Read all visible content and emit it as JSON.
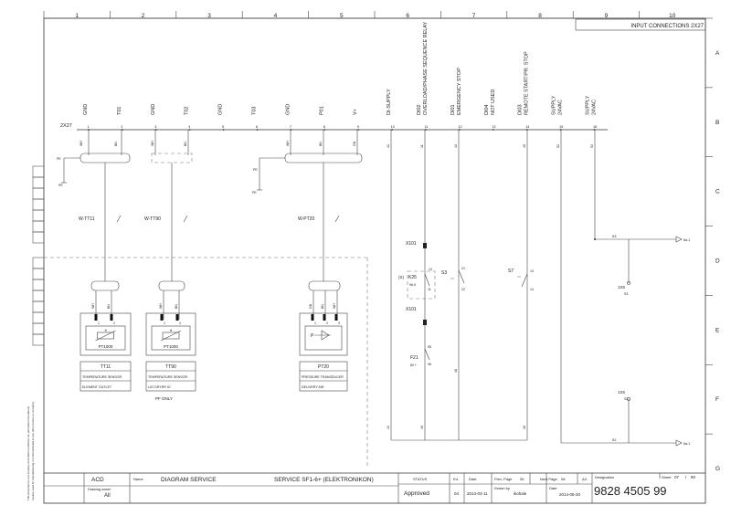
{
  "columns": [
    "1",
    "2",
    "3",
    "4",
    "5",
    "6",
    "7",
    "8",
    "9",
    "10"
  ],
  "rows": [
    "A",
    "B",
    "C",
    "D",
    "E",
    "F",
    "G"
  ],
  "sheet_title": "INPUT CONNECTIONS 2X27",
  "connector": {
    "name": "2X27",
    "terminals": [
      {
        "label": "GND",
        "pin": "1"
      },
      {
        "label": "T01",
        "pin": "2"
      },
      {
        "label": "GND",
        "pin": "3"
      },
      {
        "label": "T02",
        "pin": "4"
      },
      {
        "label": "GND",
        "pin": "5"
      },
      {
        "label": "T03",
        "pin": "6"
      },
      {
        "label": "GND",
        "pin": "7"
      },
      {
        "label": "P01",
        "pin": "8"
      },
      {
        "label": "V+",
        "pin": "9"
      },
      {
        "label": "DI-SUPPLY",
        "pin": "10"
      },
      {
        "label": "DI02\nOVERLOAD/PHASE SEQUENCE RELAY",
        "pin": "11"
      },
      {
        "label": "DI01\nEMERGENCY STOP",
        "pin": "12"
      },
      {
        "label": "DI04\nNOT USED",
        "pin": "13"
      },
      {
        "label": "DI03\nREMOTE START/PR. STOP",
        "pin": "14"
      },
      {
        "label": "SUPPLY\n24VAC",
        "pin": "15"
      },
      {
        "label": "SUPPLY\n24VAC",
        "pin": "16"
      }
    ]
  },
  "wire_marks": {
    "wh": "WH",
    "bn": "BN",
    "gn": "GN",
    "pe": "PE",
    "w41": "41",
    "w11": "11",
    "w43": "43",
    "w45": "45",
    "w52": "52",
    "w53": "53",
    "w44": "44",
    "w46": "46",
    "w48": "48",
    "w49": "49"
  },
  "cables": [
    "W-TT11",
    "W-TT90",
    "W-PT20"
  ],
  "sensors": [
    {
      "tag": "TT11",
      "type": "PT1000",
      "desc1": "TEMPERATURE SENSOR",
      "desc2": "ELEMENT OUTLET",
      "note": ""
    },
    {
      "tag": "TT90",
      "type": "PT1000",
      "desc1": "TEMPERATURE SENSOR",
      "desc2": "LAT DRYER IO",
      "note": "PF ONLY"
    },
    {
      "tag": "PT20",
      "type": "P",
      "desc1": "PRESSURE TRANSDUCER",
      "desc2": "DELIVERY AIR",
      "note": ""
    }
  ],
  "sensor_pins": {
    "p1": "1",
    "p2": "2",
    "p3": "3",
    "theta": "θ"
  },
  "devices": {
    "x101_top": "X101",
    "x101_bot": "X101",
    "k25": "K25",
    "k25_sub": "96-5",
    "k25_tag": "(S)",
    "s3": "S3",
    "s7": "S7",
    "f21": "F21",
    "f21_sub": "80 +",
    "t1": "T1",
    "t2": "T2",
    "p21": "21",
    "p22": "22",
    "p11": "11",
    "p13": "13",
    "p14": "14",
    "p95": "95",
    "p96": "96",
    "onex5_a": "1X5",
    "onex5_b": "1X5",
    "s3n": "S3",
    "s2n": "S2",
    "ref_top": "6a.1",
    "ref_bot": "6a.1",
    "pe_ref1": "PE",
    "pe_ref2": "PE",
    "line53": "53",
    "line52": "52"
  },
  "title_block": {
    "company": "ACD",
    "name_label": "Name",
    "name": "DIAGRAM SERVICE",
    "description": "SERVICE SF1-6+ (ELEKTRONIKON)",
    "owner_label": "Drawing owner",
    "owner": "All",
    "status_label": "STATUS",
    "status": "Approved",
    "ed_label": "Ed.",
    "ed": "04",
    "date_label": "Date",
    "date": "2013-03-11",
    "prev_label": "Prev. Page",
    "prev": "06",
    "next_label": "Next Page",
    "next": "08",
    "size": "A3",
    "drawn_label": "Drawn by",
    "drawn": "ikohale",
    "date2_label": "Date",
    "date2": "2014-05-20",
    "designation_label": "Designation",
    "designation": "9828 4505 99",
    "sheet_label": "Sheet",
    "sheet": "07",
    "sheet_sep": "/",
    "sheet_total": "90"
  },
  "side_note1": "This document is our property and shall not without our permission be altered,",
  "side_note2": "copied, used for manufacturing or communicated to any other person or company."
}
